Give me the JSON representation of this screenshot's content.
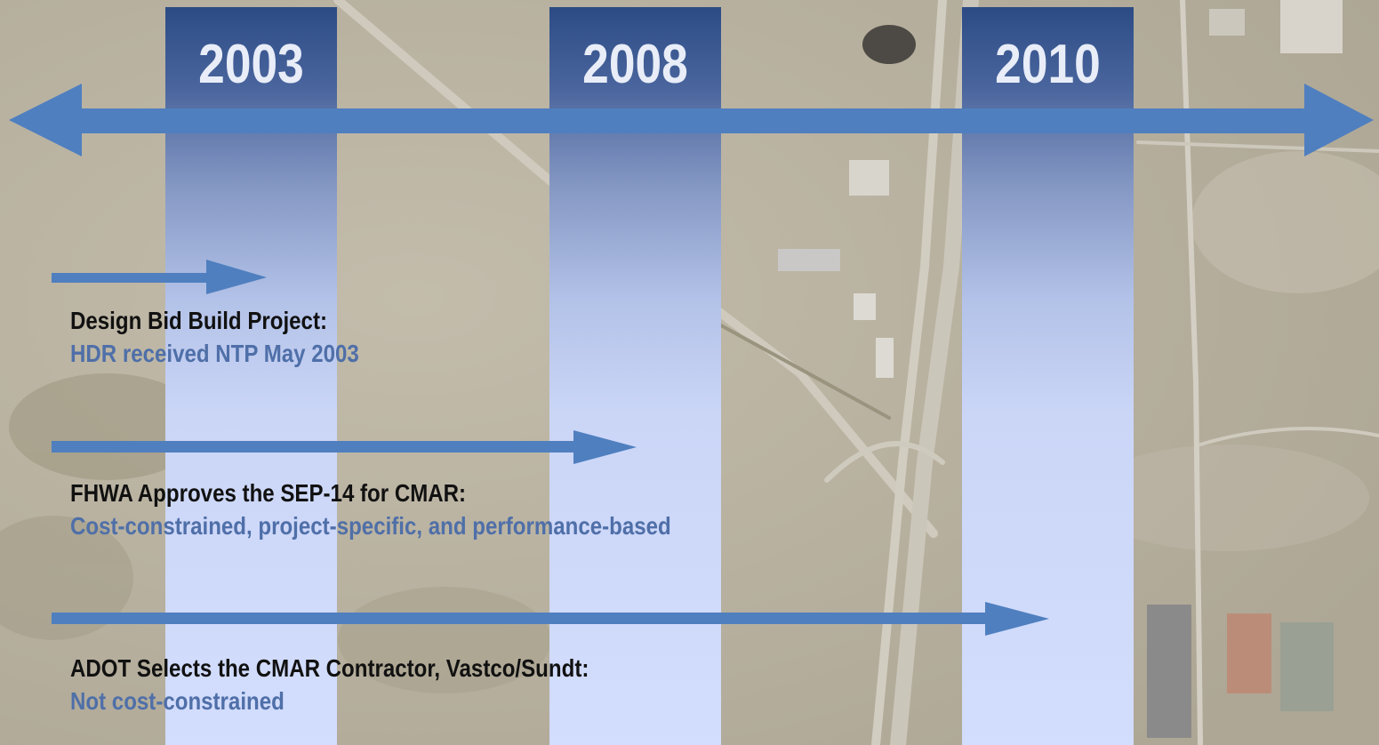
{
  "timeline": {
    "years": [
      "2003",
      "2008",
      "2010"
    ],
    "arrow_color": "#4f7fbf"
  },
  "events": [
    {
      "heading": "Design Bid Build Project:",
      "detail": "HDR received NTP May 2003",
      "year": "2003"
    },
    {
      "heading": "FHWA Approves the SEP-14 for CMAR:",
      "detail": "Cost-constrained, project-specific, and performance-based",
      "year": "2008"
    },
    {
      "heading": "ADOT Selects the CMAR Contractor, Vastco/Sundt:",
      "detail": "Not cost-constrained",
      "year": "2010"
    }
  ],
  "colors": {
    "band_top": "#2c4b85",
    "band_bottom": "#d3ddfd",
    "heading_text": "#111111",
    "detail_text": "#4f6fa8"
  }
}
